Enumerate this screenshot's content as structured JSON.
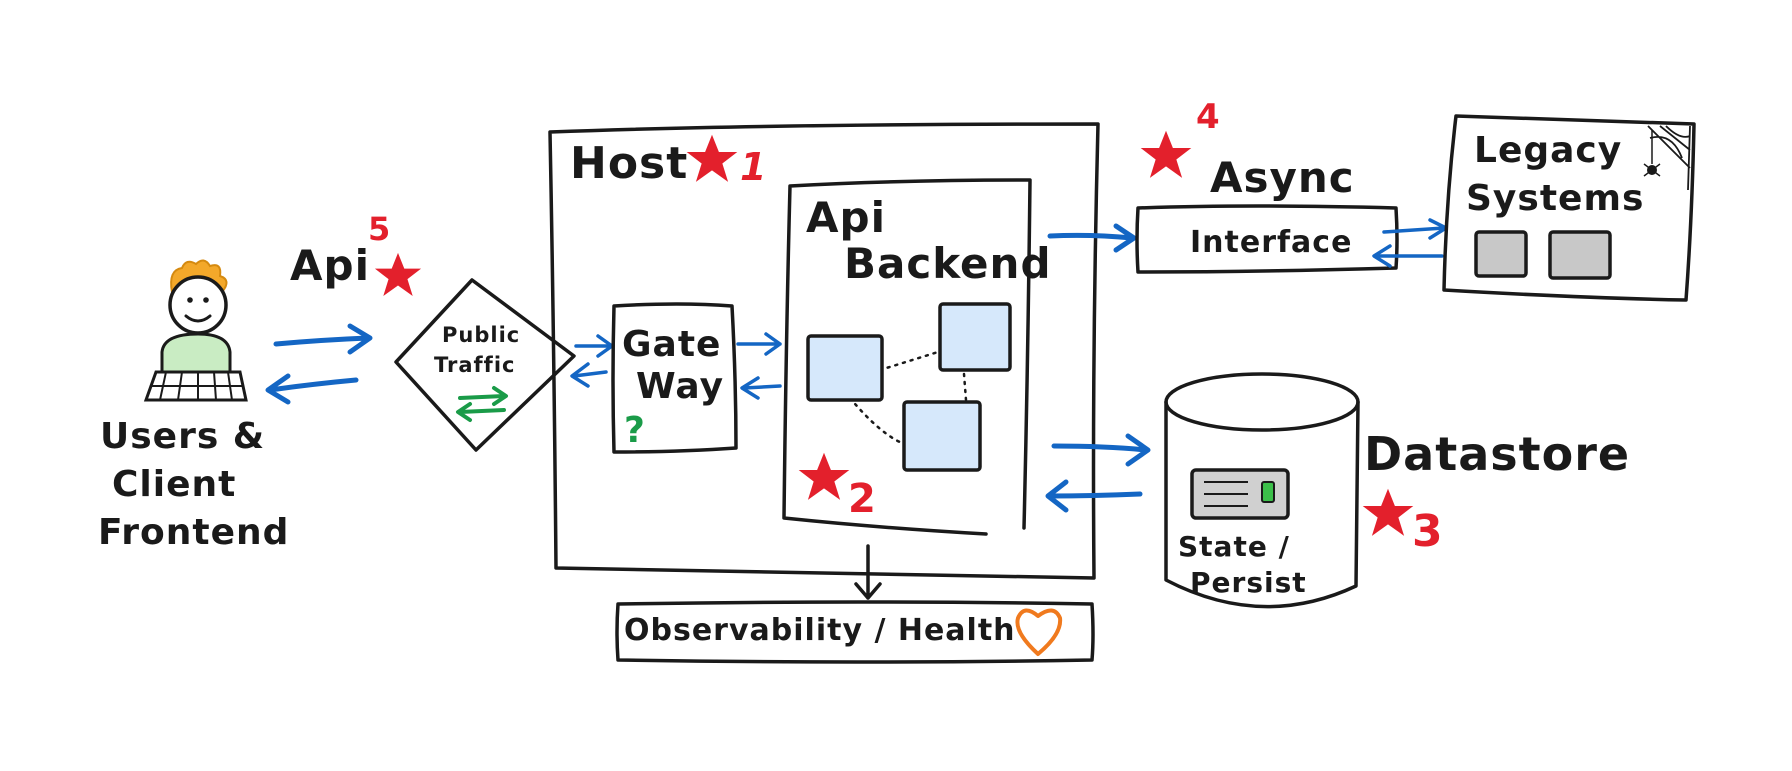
{
  "diagram": {
    "users": {
      "lines": [
        "Users &",
        "Client",
        "Frontend"
      ]
    },
    "api_label": {
      "text": "Api",
      "badge": "5"
    },
    "public_traffic": {
      "lines": [
        "Public",
        "Traffic"
      ]
    },
    "host": {
      "title": "Host",
      "badge": "1"
    },
    "gateway": {
      "lines": [
        "Gate",
        "Way"
      ],
      "glyph": "?"
    },
    "api_backend": {
      "lines": [
        "Api",
        "Backend"
      ],
      "badge": "2"
    },
    "async": {
      "title": "Async",
      "badge": "4",
      "box_label": "Interface"
    },
    "legacy": {
      "lines": [
        "Legacy",
        "Systems"
      ]
    },
    "datastore": {
      "title": "Datastore",
      "badge": "3",
      "lines": [
        "State /",
        "Persist"
      ]
    },
    "observability": {
      "label": "Observability / Health",
      "icon": "heart-icon"
    }
  },
  "colors": {
    "ink": "#1a1a1a",
    "arrow_blue": "#1466c4",
    "star_red": "#e3202c",
    "traffic_green": "#1a9b48",
    "heart_orange": "#f07a1e",
    "node_fill": "#d6e8fb",
    "person_shirt": "#c9ecc3",
    "person_hair": "#f3a82a"
  }
}
